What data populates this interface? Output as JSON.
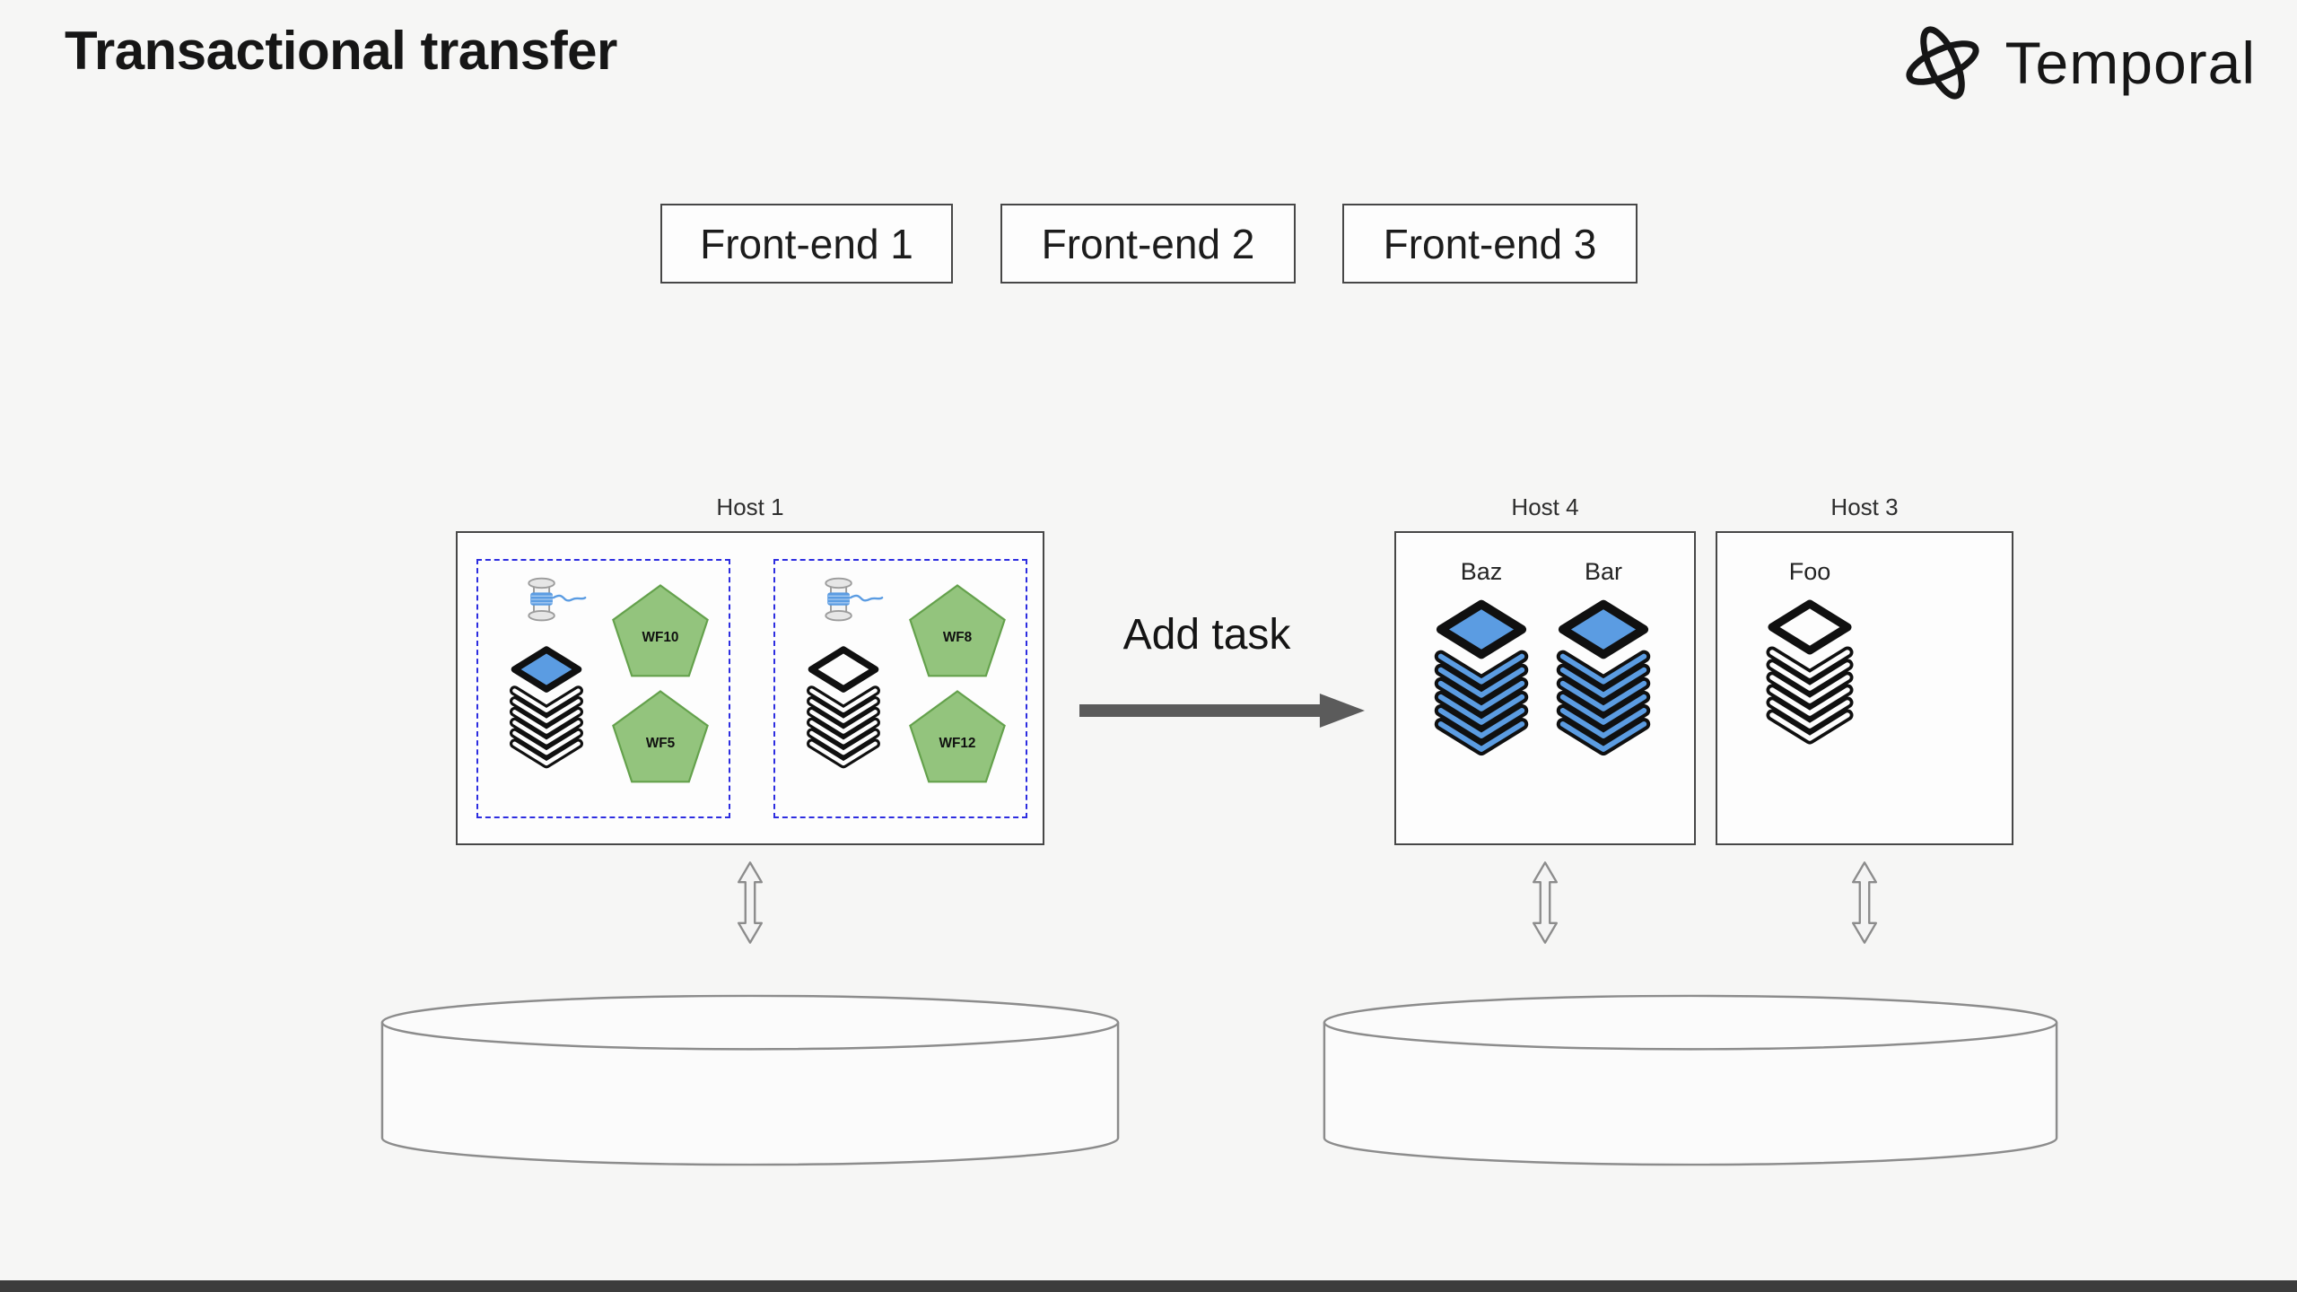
{
  "page": {
    "title": "Transactional transfer",
    "brand": "Temporal"
  },
  "frontends": [
    {
      "label": "Front-end 1"
    },
    {
      "label": "Front-end 2"
    },
    {
      "label": "Front-end 3"
    }
  ],
  "hosts": {
    "host1": {
      "label": "Host 1",
      "slots": [
        {
          "workflows": [
            "WF10",
            "WF5"
          ]
        },
        {
          "workflows": [
            "WF8",
            "WF12"
          ]
        }
      ]
    },
    "host4": {
      "label": "Host 4",
      "queues": [
        {
          "label": "Baz"
        },
        {
          "label": "Bar"
        }
      ]
    },
    "host3": {
      "label": "Host 3",
      "queues": [
        {
          "label": "Foo"
        }
      ]
    }
  },
  "transfer": {
    "label": "Add task"
  },
  "icons": {
    "brand": "temporal-rings-icon",
    "spool": "thread-spool-icon",
    "stack": "task-queue-stack-icon",
    "workflow": "workflow-pentagon-icon",
    "transfer_arrow": "add-task-arrow-icon",
    "sync_arrow": "double-vertical-arrow-icon",
    "database": "database-cylinder-icon"
  },
  "colors": {
    "accent-blue": "#5b9ce2",
    "pentagon-green": "#93c47d",
    "pentagon-border": "#64a14c",
    "dash-blue": "#2d2de0",
    "arrow-gray": "#5b5b5b",
    "box-border": "#474747",
    "line-gray": "#8c8c8c",
    "ink": "#161616",
    "background": "#f6f6f5",
    "bottom-bar": "#3c3c3c"
  }
}
